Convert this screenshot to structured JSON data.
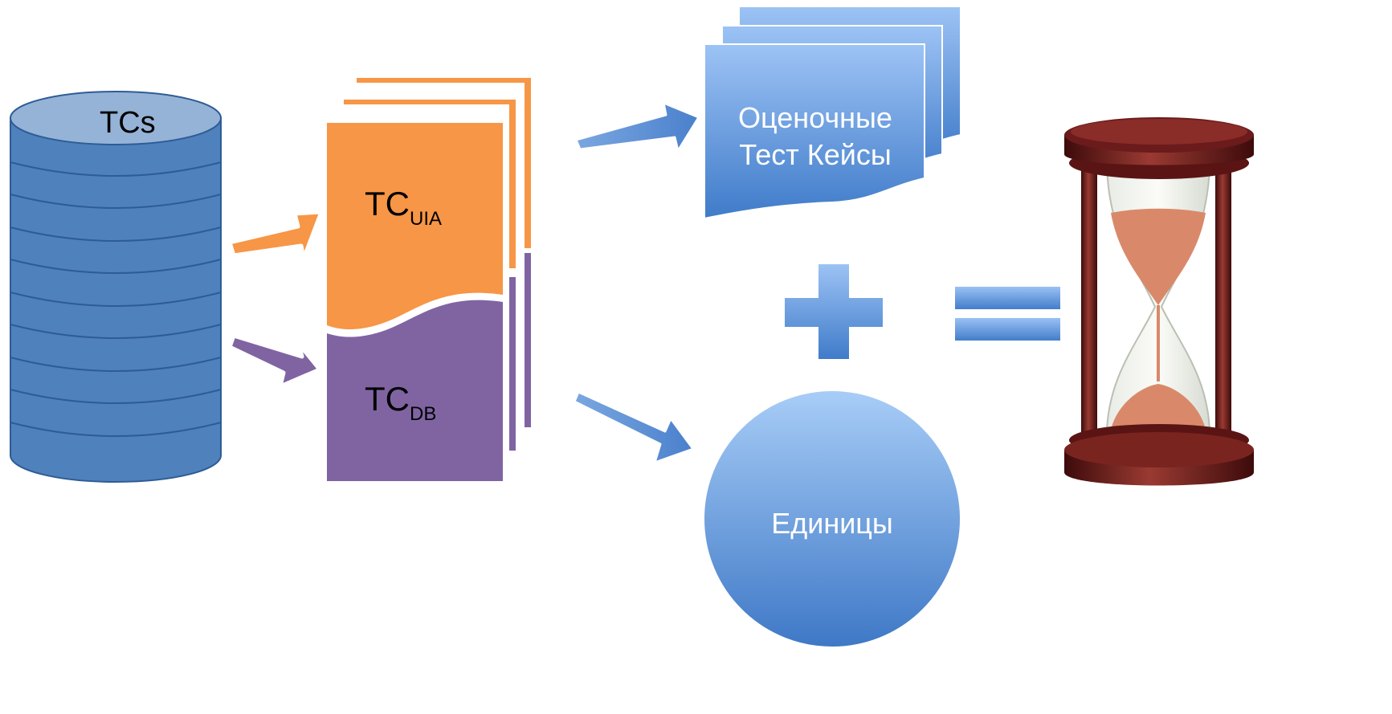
{
  "database": {
    "label": "TCs"
  },
  "split_doc": {
    "uia_main": "TC",
    "uia_sub": "UIA",
    "db_main": "TC",
    "db_sub": "DB"
  },
  "eval_cases": {
    "line1": "Оценочные",
    "line2": "Тест Кейсы"
  },
  "units": {
    "label": "Единицы"
  },
  "operators": {
    "plus": "plus-sign",
    "equals": "equals-sign"
  },
  "result": {
    "icon": "hourglass-icon"
  },
  "colors": {
    "blue_dark": "#4a7ebb",
    "blue_fill": "#4f81bd",
    "blue_light": "#8eb4e3",
    "orange": "#f79646",
    "purple": "#8064a2",
    "wood": "#6b1b1b",
    "sand": "#d9896a"
  }
}
